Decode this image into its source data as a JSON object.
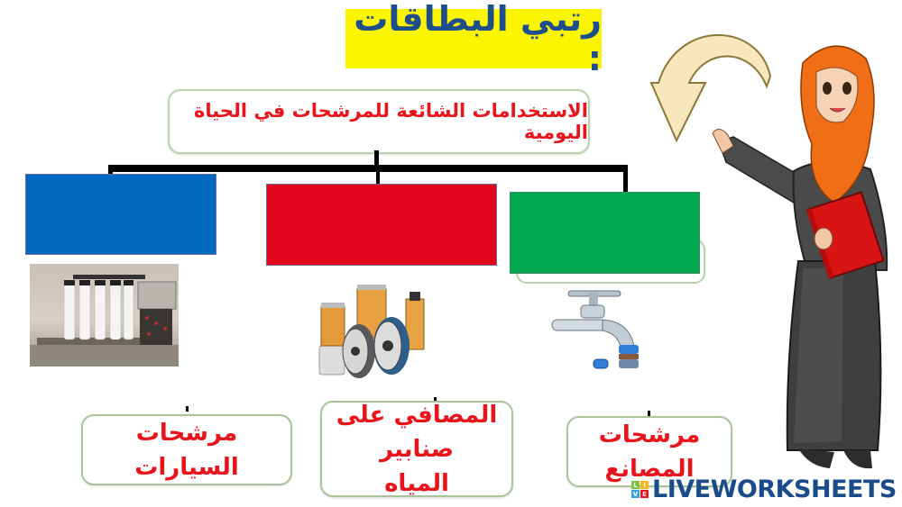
{
  "title": "رتبي البطاقات :",
  "header": {
    "text": "الاستخدامات الشائعة للمرشحات في الحياة اليومية"
  },
  "drop_zones": [
    {
      "id": "blue",
      "color": "#0069bf",
      "label": ""
    },
    {
      "id": "red",
      "color": "#e1061c",
      "label": ""
    },
    {
      "id": "green",
      "color": "#00a94f",
      "label": ""
    }
  ],
  "images": [
    {
      "id": "industrial-filter-plant",
      "description": "industrial water filtration system"
    },
    {
      "id": "car-filters",
      "description": "car oil and air filters"
    },
    {
      "id": "faucet-filter",
      "description": "faucet with water filter"
    }
  ],
  "answer_cards": [
    {
      "id": "car-filters",
      "text": "مرشحات السيارات"
    },
    {
      "id": "faucet-filters",
      "line1": "المصافي على صنابير",
      "line2": "المياه"
    },
    {
      "id": "factory-filters",
      "text": "مرشحات المصانع"
    }
  ],
  "decorations": {
    "arrow_color": "#f8e6bd",
    "character": "teacher in orange hijab pointing"
  },
  "watermark": {
    "logo_letters": [
      "L",
      "I",
      "V",
      "E"
    ],
    "logo_colors": [
      "#7dc242",
      "#f8b61c",
      "#3aa0dc",
      "#e8141b"
    ],
    "text": "LIVEWORKSHEETS"
  }
}
